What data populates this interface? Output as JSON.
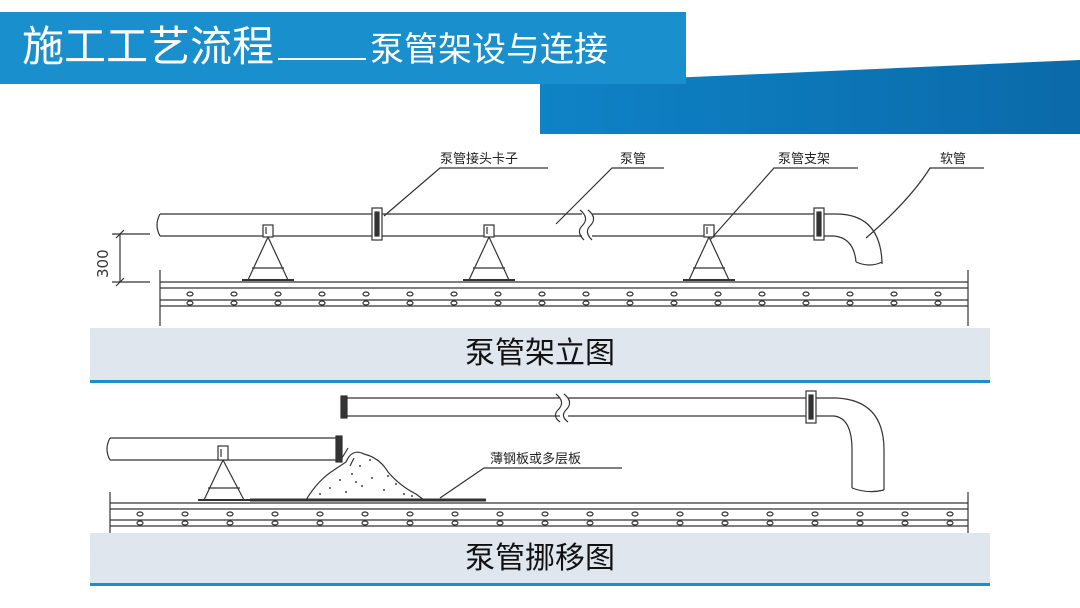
{
  "title": {
    "main": "施工工艺流程",
    "sub": "泵管架设与连接"
  },
  "elevation": {
    "caption": "泵管架立图",
    "labels": {
      "coupler": "泵管接头卡子",
      "pipe": "泵管",
      "support": "泵管支架",
      "hose": "软管"
    },
    "dimension": "300"
  },
  "relocation": {
    "caption": "泵管挪移图",
    "labels": {
      "plate": "薄钢板或多层板"
    }
  },
  "colors": {
    "header": "#1a8fce",
    "header_dark": "#0b6aa9",
    "caption_bg": "#dfe6ee",
    "caption_rule": "#1a8fce"
  }
}
